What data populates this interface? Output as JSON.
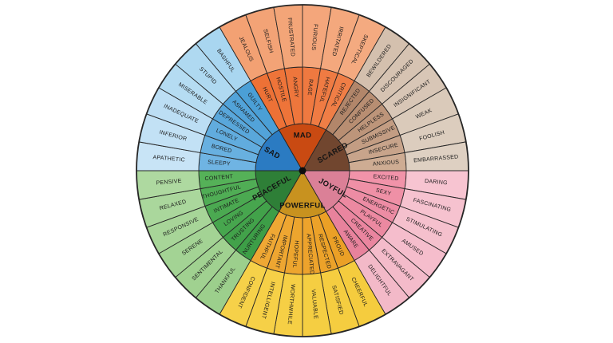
{
  "wheel": {
    "type": "emotion-wheel-sunburst",
    "rings": [
      "core",
      "middle",
      "outer"
    ],
    "stroke_color": "#262626",
    "text_color": "#1b1b1b",
    "center_dot_color": "#0d0d0d",
    "sectors": [
      {
        "name": "SAD",
        "start": 180,
        "flip": true,
        "core_color": "#2b7bc2",
        "middle_colors": [
          "#6fb4e3",
          "#4b9fd6"
        ],
        "outer_colors": [
          "#c8e4f6",
          "#a9d6f0"
        ],
        "middle": [
          "SLEEPY",
          "BORED",
          "LONELY",
          "DEPRESSED",
          "ASHAMED",
          "GUILTY"
        ],
        "outer": [
          "APATHETIC",
          "INFERIOR",
          "INADEQUATE",
          "MISERABLE",
          "STUPID",
          "BASHFUL"
        ]
      },
      {
        "name": "MAD",
        "start": 120,
        "flip": true,
        "core_color": "#c94a12",
        "middle_colors": [
          "#ed7136",
          "#f07e46"
        ],
        "outer_colors": [
          "#f3a173",
          "#f4aa80"
        ],
        "middle": [
          "HURT",
          "HOSTILE",
          "ANGRY",
          "RAGE",
          "HATEFUL",
          "CRITICAL"
        ],
        "outer": [
          "JEALOUS",
          "SELFISH",
          "FRUSTRATED",
          "FURIOUS",
          "IRRITATED",
          "SKEPTICAL"
        ]
      },
      {
        "name": "SCARED",
        "start": 60,
        "flip": false,
        "core_color": "#71462f",
        "middle_colors": [
          "#b2866a",
          "#ceac93"
        ],
        "outer_colors": [
          "#d4c0ae",
          "#ded0c2"
        ],
        "middle": [
          "REJECTED",
          "CONFUSED",
          "HELPLESS",
          "SUBMISSIVE",
          "INSECURE",
          "ANXIOUS"
        ],
        "outer": [
          "BEWILDERED",
          "DISCOURAGED",
          "INSIGNIFICANT",
          "WEAK",
          "FOOLISH",
          "EMBARRASSED"
        ]
      },
      {
        "name": "JOYFUL",
        "start": 0,
        "flip": false,
        "core_color": "#db8097",
        "middle_colors": [
          "#f193a9",
          "#e8829c"
        ],
        "outer_colors": [
          "#f7c4d1",
          "#f3b9c8"
        ],
        "middle": [
          "EXCITED",
          "SEXY",
          "ENERGETIC",
          "PLAYFUL",
          "CREATIVE",
          "AWARE"
        ],
        "outer": [
          "DARING",
          "FASCINATING",
          "STIMULATING",
          "AMUSED",
          "EXTRAVAGANT",
          "DELIGHTFUL"
        ]
      },
      {
        "name": "POWERFUL",
        "start": -60,
        "flip": false,
        "core_color": "#c8921f",
        "middle_colors": [
          "#eba026",
          "#efa834"
        ],
        "outer_colors": [
          "#f5cc3e",
          "#f6d149"
        ],
        "middle": [
          "PROUD",
          "RESPECTED",
          "APPRECIATED",
          "HOPEFUL",
          "IMPORTANT",
          "FAITHFUL"
        ],
        "outer": [
          "CHEERFUL",
          "SATISFIED",
          "VALUABLE",
          "WORTHWHILE",
          "INTELLIGENT",
          "CONFIDENT"
        ]
      },
      {
        "name": "PEACEFUL",
        "start": -120,
        "flip": true,
        "core_color": "#2e7f37",
        "middle_colors": [
          "#3d9e47",
          "#55b158"
        ],
        "outer_colors": [
          "#9ccf8c",
          "#aed9a0"
        ],
        "middle": [
          "NURTURING",
          "TRUSTING",
          "LOVING",
          "INTIMATE",
          "THOUGHTFUL",
          "CONTENT"
        ],
        "outer": [
          "THANKFUL",
          "SENTIMENTAL",
          "SERENE",
          "RESPONSIVE",
          "RELAXED",
          "PENSIVE"
        ]
      }
    ]
  }
}
